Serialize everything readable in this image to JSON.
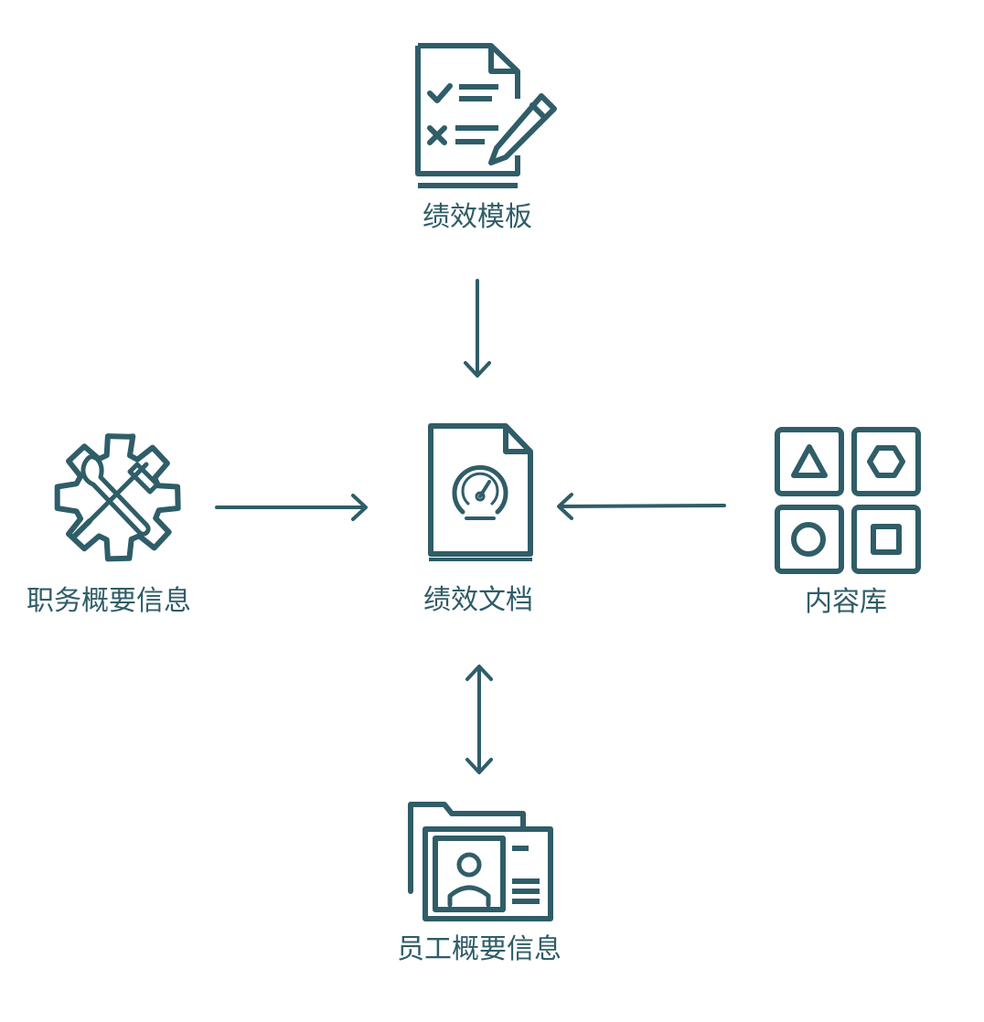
{
  "diagram": {
    "color": "#2f5d68",
    "nodes": {
      "template": {
        "label": "绩效模板",
        "icon": "checklist-pencil-icon"
      },
      "document": {
        "label": "绩效文档",
        "icon": "document-gauge-icon"
      },
      "job": {
        "label": "职务概要信息",
        "icon": "gear-tools-icon"
      },
      "library": {
        "label": "内容库",
        "icon": "shapes-grid-icon"
      },
      "employee": {
        "label": "员工概要信息",
        "icon": "folder-id-card-icon"
      }
    },
    "edges": [
      {
        "from": "template",
        "to": "document",
        "direction": "forward"
      },
      {
        "from": "job",
        "to": "document",
        "direction": "forward"
      },
      {
        "from": "library",
        "to": "document",
        "direction": "forward"
      },
      {
        "from": "document",
        "to": "employee",
        "direction": "both"
      }
    ]
  }
}
